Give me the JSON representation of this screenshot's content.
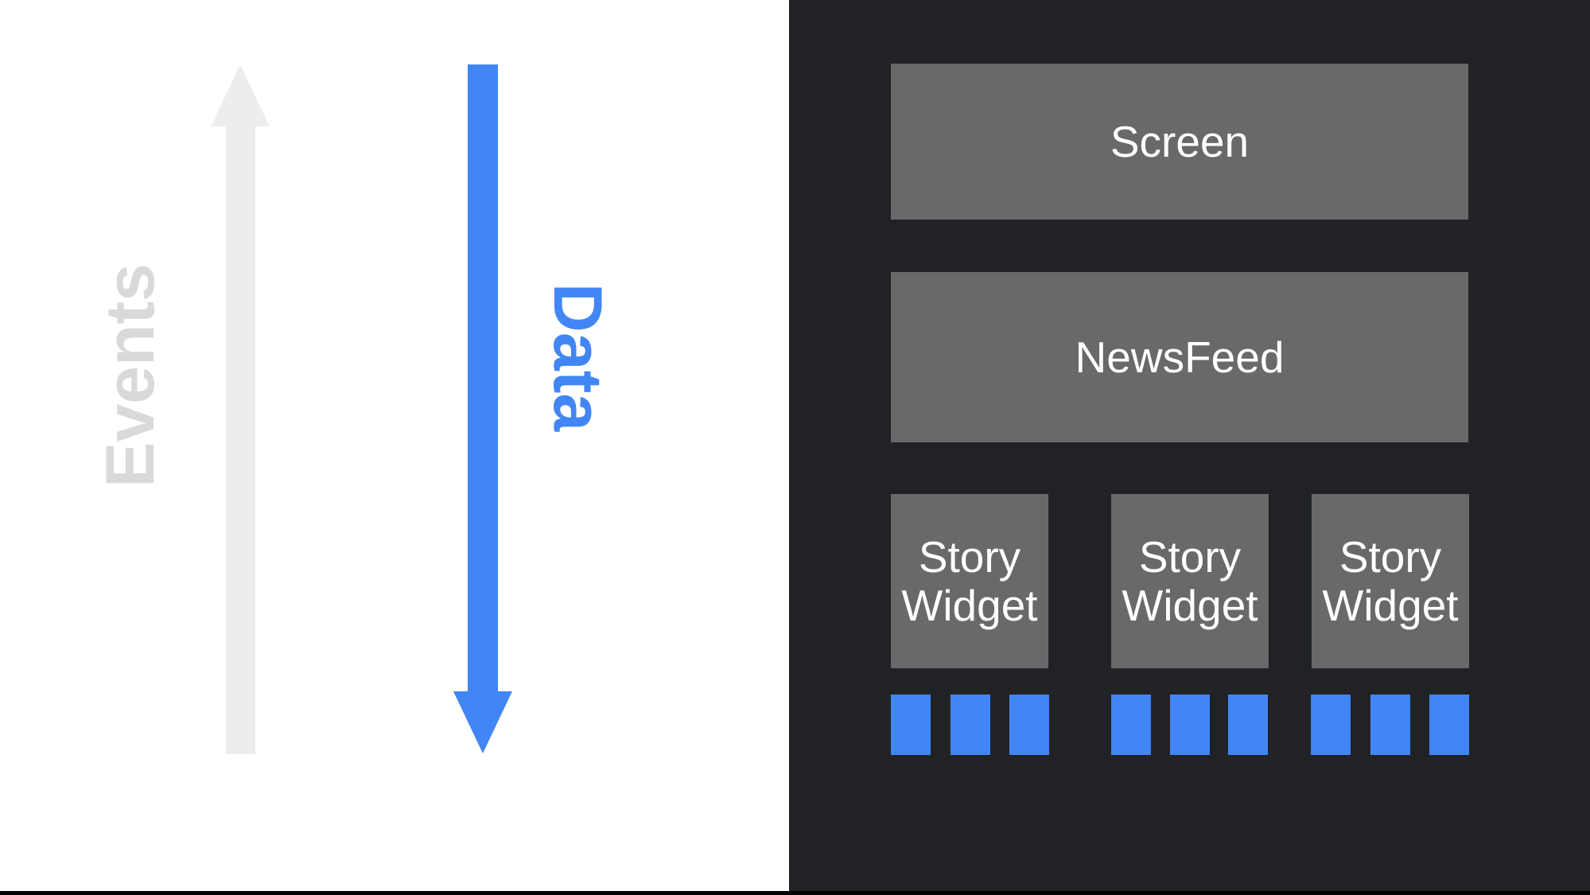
{
  "slide": {
    "flow": {
      "events_label": "Events",
      "data_label": "Data"
    },
    "widget_tree": {
      "screen": {
        "label": "Screen"
      },
      "newsfeed": {
        "label": "NewsFeed"
      },
      "story_widgets": [
        {
          "label": "Story\nWidget",
          "data_blocks": 3
        },
        {
          "label": "Story\nWidget",
          "data_blocks": 3
        },
        {
          "label": "Story\nWidget",
          "data_blocks": 3
        }
      ]
    },
    "colors": {
      "background": "#ffffff",
      "panel-dark": "#202226",
      "box-gray": "#696969",
      "box-text": "#ffffff",
      "accent-blue": "#4285f4",
      "arrow-light": "#ededed",
      "events-text": "#d9d9d9",
      "bottom-bar": "#000000"
    }
  }
}
